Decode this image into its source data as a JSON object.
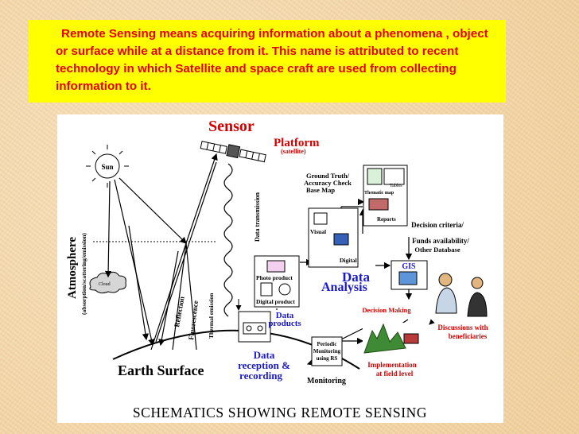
{
  "definition_text": "Remote Sensing  means acquiring  information about a phenomena , object  or surface  while at a distance  from it. This name is attributed to recent technology in which Satellite  and space craft are used  from collecting information to  it.",
  "diagram": {
    "title": "SCHEMATICS  SHOWING  REMOTE  SENSING",
    "sensor": "Sensor",
    "platform": "Platform",
    "platform_sub": "(satellite)",
    "sun": "Sun",
    "atmosphere": "Atmosphere",
    "atmosphere_sub": "(absorption/scattering/emission)",
    "cloud": "Cloud",
    "reflection": "Reflection",
    "fluorescence": "Fluorescence",
    "thermal": "Thermal emission",
    "data_transmission": "Data transmission",
    "earth_surface": "Earth Surface",
    "ground_truth": [
      "Ground Truth/",
      "Accuracy Check",
      "Base Map"
    ],
    "tables": "Tables",
    "thematic_map": "Thematic map",
    "reports": "Reports",
    "visual": "Visual",
    "digital": "Digital",
    "photo_product": "Photo product",
    "digital_product": "Digital product",
    "data_analysis_1": "Data",
    "data_analysis_2": "Analysis",
    "data_products": [
      "Data",
      "products"
    ],
    "data_reception": [
      "Data",
      "reception &",
      "recording"
    ],
    "decision_criteria": [
      "Decision criteria/",
      "Funds availability/",
      "Other Database"
    ],
    "gis": "GIS",
    "decision_making": "Decision Making",
    "discussions": [
      "Discussions with",
      "beneficiaries"
    ],
    "periodic_monitoring": [
      "Periodic",
      "Monitoring",
      "using RS"
    ],
    "monitoring": "Monitoring",
    "implementation": [
      "Implementation",
      "at field level"
    ]
  },
  "colors": {
    "callout_bg": "#ffff00",
    "callout_text": "#e60000",
    "red_label": "#d40000",
    "blue_label": "#1a1acc"
  }
}
